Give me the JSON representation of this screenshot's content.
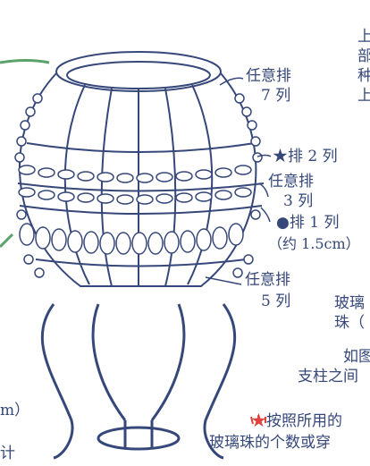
{
  "labels": {
    "top_right_lines": [
      "上",
      "部",
      "种",
      "上"
    ],
    "rows7_a": "任意排",
    "rows7_b": "7 列",
    "star_rows": "★排 2 列",
    "rows3_a": "任意排",
    "rows3_b": "3 列",
    "dot_rows": "●排 1 列",
    "dot_note": "（约 1.5cm）",
    "rows5_a": "任意排",
    "rows5_b": "5 列",
    "glass_a": "玻璃",
    "glass_b": "珠（",
    "as_a": "如图",
    "as_b": "支柱之间",
    "bottom_a": "按照所用的",
    "bottom_b": "玻璃珠的个数或穿",
    "left_m": "m）",
    "left_ji": "计"
  },
  "colors": {
    "ink": "#36477a",
    "leaf": "#5aa36a",
    "accent": "#e0413a"
  }
}
